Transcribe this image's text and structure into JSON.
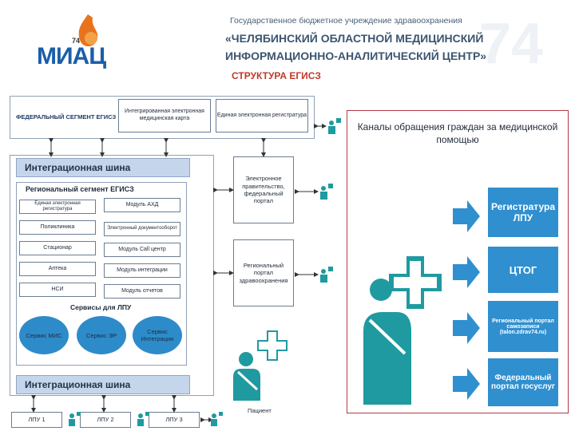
{
  "header": {
    "logo_text": "МИАЦ",
    "logo_number": "74",
    "line1": "Государственное бюджетное учреждение здравоохранения",
    "line2": "«ЧЕЛЯБИНСКИЙ ОБЛАСТНОЙ МЕДИЦИНСКИЙ",
    "line3": "ИНФОРМАЦИОННО-АНАЛИТИЧЕСКИЙ ЦЕНТР»",
    "subtitle": "СТРУКТУРА ЕГИСЗ"
  },
  "federal": {
    "label": "ФЕДЕРАЛЬНЫЙ СЕГМЕНТ ЕГИСЗ",
    "emk": "Интегрированная электронная медицинская карта",
    "registry": "Единая электронная регистратура"
  },
  "bus_top": "Интеграционная шина",
  "bus_bottom": "Интеграционная шина",
  "regional": {
    "label": "Региональный сегмент ЕГИСЗ",
    "left_items": [
      "Единая электронная регистратура",
      "Поликлиника",
      "Стационар",
      "Аптека",
      "НСИ"
    ],
    "right_items": [
      "Модуль АХД",
      "Электронный документооборот",
      "Модуль Call центр",
      "Модуль интеграции",
      "Модуль отчетов"
    ],
    "services_label": "Сервисы для ЛПУ",
    "services": [
      "Сервис МИС",
      "Сервис ЭР",
      "Сервис Интеграции"
    ]
  },
  "portals": {
    "egov": "Электронное правительство, федеральный портал",
    "regional": "Региональный портал здравоохранения"
  },
  "lpu": [
    "ЛПУ 1",
    "ЛПУ 2",
    "ЛПУ 3"
  ],
  "patient_label": "Пациент",
  "channels": {
    "title": "Каналы обращения граждан за медицинской помощью",
    "items": [
      "Регистратура ЛПУ",
      "ЦТОГ",
      "Региональный портал самозаписи (talon.zdrav74.ru)",
      "Федеральный портал госуслуг"
    ]
  },
  "colors": {
    "accent_blue": "#2f8fcf",
    "teal_icon": "#1f9aa0",
    "bus": "#c5d6ec",
    "title_red": "#c0392b"
  }
}
